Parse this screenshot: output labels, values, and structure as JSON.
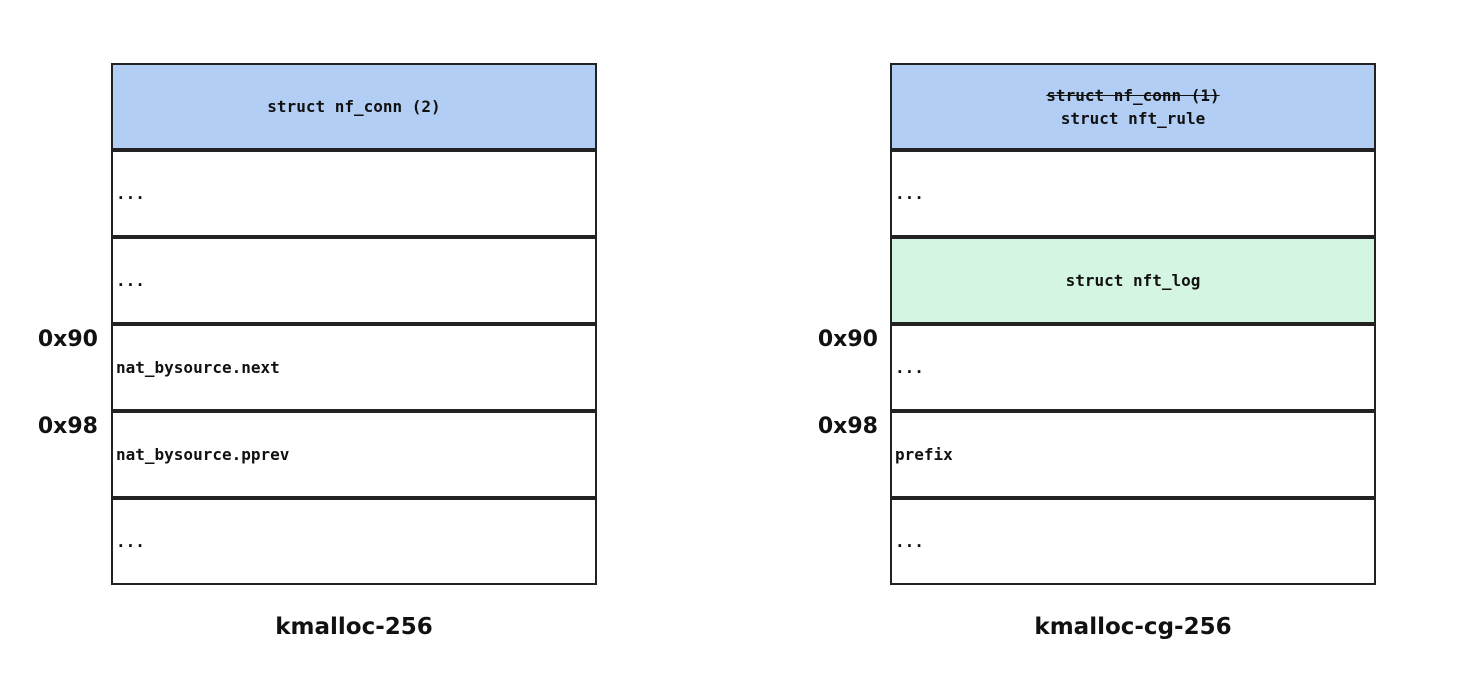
{
  "left": {
    "caption": "kmalloc-256",
    "header": "struct nf_conn (2)",
    "rows": [
      "...",
      "...",
      "nat_bysource.next",
      "nat_bysource.pprev",
      "..."
    ],
    "offsets": [
      "0x90",
      "0x98"
    ]
  },
  "right": {
    "caption": "kmalloc-cg-256",
    "header_struck": "struct nf_conn (1)",
    "header": "struct nft_rule",
    "rows": [
      "...",
      "struct nft_log",
      "...",
      "prefix",
      "..."
    ],
    "offsets": [
      "0x90",
      "0x98"
    ]
  },
  "colors": {
    "header": "#b3cef5",
    "highlight": "#d4f5e2",
    "border": "#222222"
  }
}
